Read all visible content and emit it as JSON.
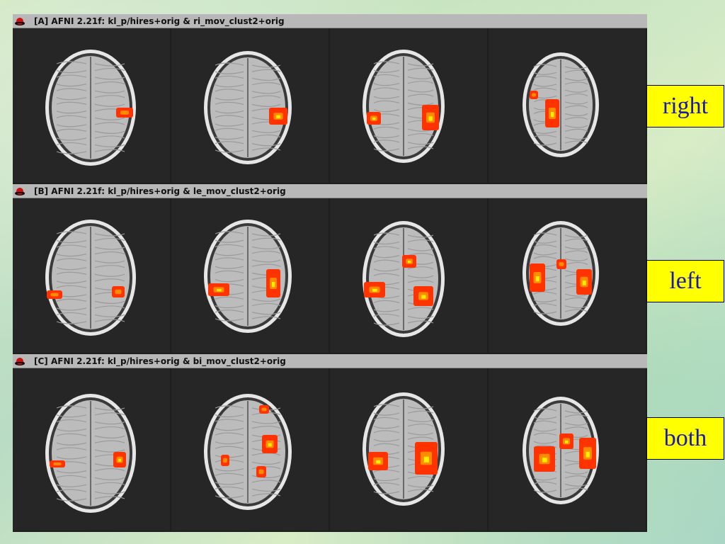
{
  "windows": [
    {
      "title": "[A] AFNI 2.21f: kl_p/hires+orig & ri_mov_clust2+orig",
      "label": "right"
    },
    {
      "title": "[B] AFNI 2.21f: kl_p/hires+orig & le_mov_clust2+orig",
      "label": "left"
    },
    {
      "title": "[C] AFNI 2.21f: kl_p/hires+orig & bi_mov_clust2+orig",
      "label": "both"
    }
  ],
  "colors": {
    "activation_primary": "#ff3300",
    "activation_secondary": "#ff8c00",
    "activation_peak": "#ffee00",
    "label_background": "#ffff00",
    "label_text": "#1a1ab0"
  },
  "icons": {
    "title_icon": "red-hat-icon"
  }
}
